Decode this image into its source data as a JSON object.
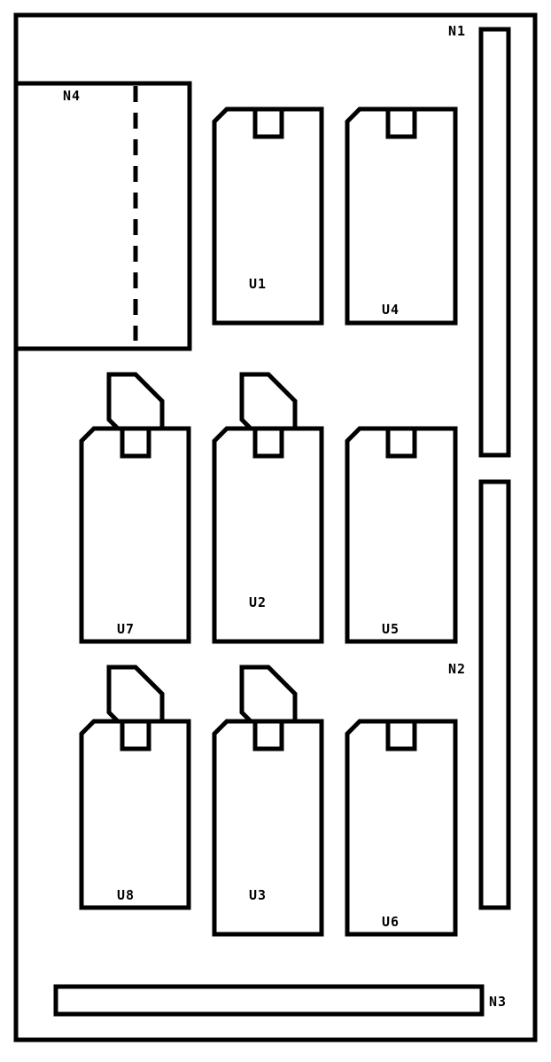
{
  "diagram": {
    "connectors": [
      {
        "id": "n1",
        "label": "N1"
      },
      {
        "id": "n2",
        "label": "N2"
      },
      {
        "id": "n3",
        "label": "N3"
      },
      {
        "id": "n4",
        "label": "N4"
      }
    ],
    "chips": [
      {
        "id": "u1",
        "label": "U1"
      },
      {
        "id": "u2",
        "label": "U2"
      },
      {
        "id": "u3",
        "label": "U3"
      },
      {
        "id": "u4",
        "label": "U4"
      },
      {
        "id": "u5",
        "label": "U5"
      },
      {
        "id": "u6",
        "label": "U6"
      },
      {
        "id": "u7",
        "label": "U7"
      },
      {
        "id": "u8",
        "label": "U8"
      }
    ]
  }
}
